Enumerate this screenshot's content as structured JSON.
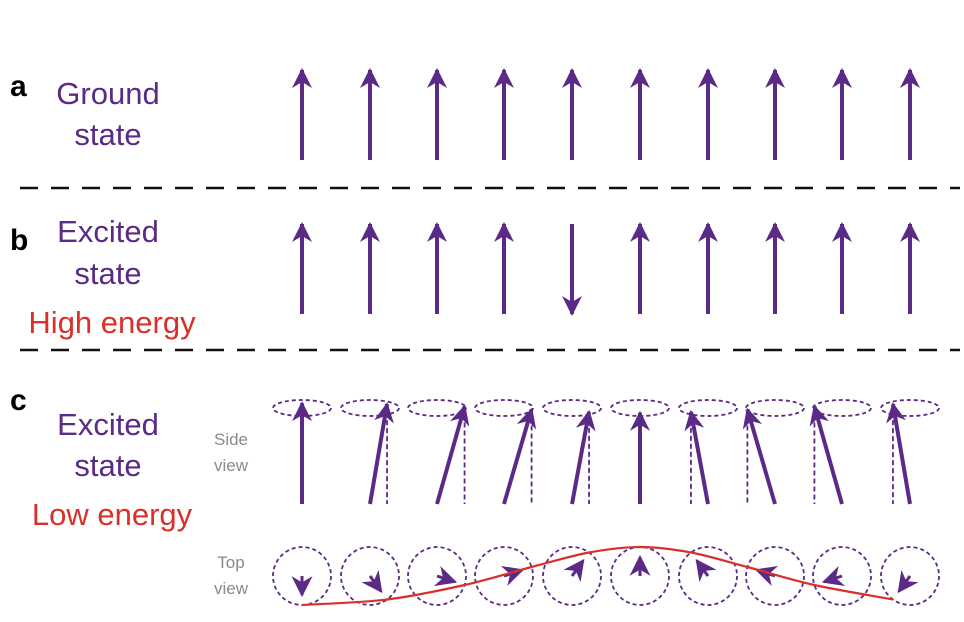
{
  "colors": {
    "spin": "#5b2a86",
    "energy": "#d9302a",
    "divider": "#111111",
    "view_label": "#8a8a8a"
  },
  "panel_a": {
    "letter": "a",
    "label_line1": "Ground",
    "label_line2": "state",
    "spins": [
      "up",
      "up",
      "up",
      "up",
      "up",
      "up",
      "up",
      "up",
      "up",
      "up"
    ]
  },
  "panel_b": {
    "letter": "b",
    "label_line1": "Excited",
    "label_line2": "state",
    "energy_label": "High energy",
    "spins": [
      "up",
      "up",
      "up",
      "up",
      "down",
      "up",
      "up",
      "up",
      "up",
      "up"
    ]
  },
  "panel_c": {
    "letter": "c",
    "label_line1": "Excited",
    "label_line2": "state",
    "energy_label": "Low energy",
    "side_view_line1": "Side",
    "side_view_line2": "view",
    "top_view_line1": "Top",
    "top_view_line2": "view",
    "precession_phases_deg": [
      180,
      216,
      252,
      288,
      324,
      0,
      36,
      72,
      108,
      144
    ]
  }
}
